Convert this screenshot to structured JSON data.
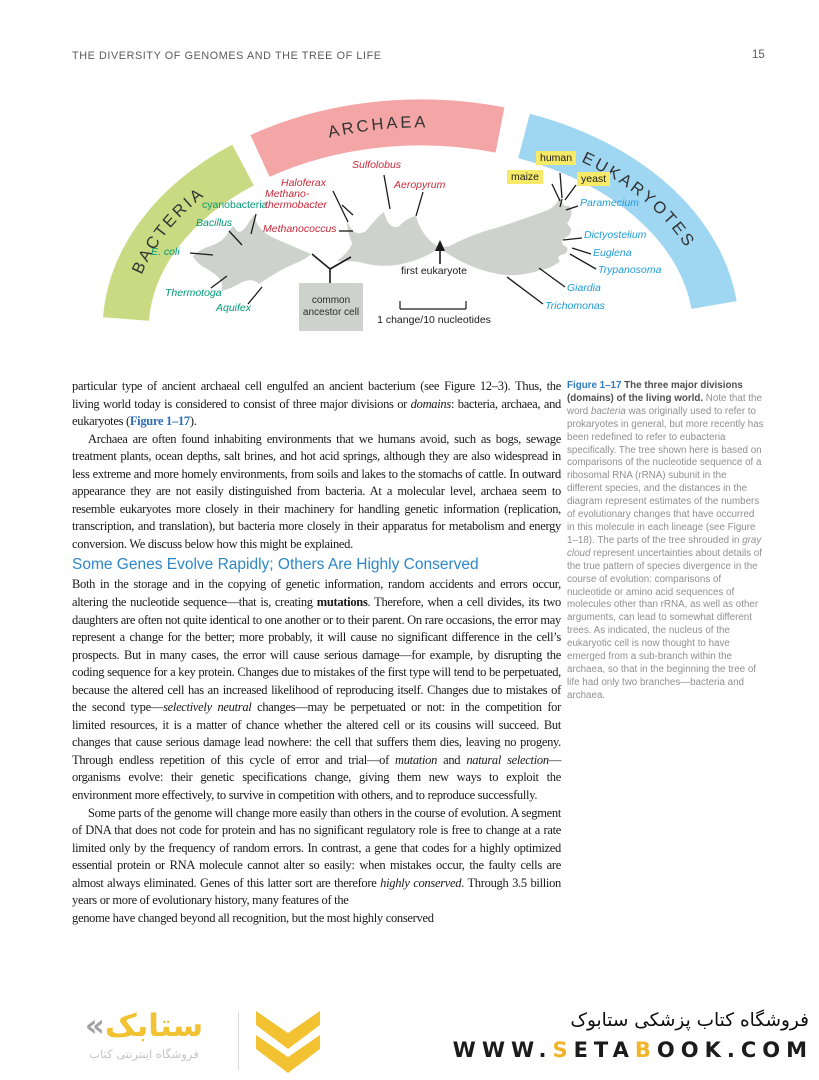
{
  "header": {
    "title": "THE DIVERSITY OF GENOMES AND THE TREE OF LIFE",
    "page_number": "15"
  },
  "colors": {
    "bacteria_arc": "#c9da83",
    "archaea_arc": "#f4a6a6",
    "eukaryote_arc": "#9fd6f2",
    "bacteria_label": "#009a76",
    "archaea_label": "#c8293b",
    "eukaryote_label": "#1f9cd8",
    "highlight": "#f7ea69",
    "tree_cloud": "#cdd3cc",
    "heading_blue": "#2d87c9",
    "figure_ref_blue": "#2c6eb5",
    "accent_yellow": "#f2c232"
  },
  "figure": {
    "domains": [
      {
        "label": "BACTERIA",
        "color": "#c9da83"
      },
      {
        "label": "ARCHAEA",
        "color": "#f4a6a6"
      },
      {
        "label": "EUKARYOTES",
        "color": "#9fd6f2"
      }
    ],
    "bacteria_species": [
      {
        "name": "cyanobacteria"
      },
      {
        "name": "Bacillus"
      },
      {
        "name": "E. coli"
      },
      {
        "name": "Thermotoga"
      },
      {
        "name": "Aquifex"
      }
    ],
    "archaea_species": [
      {
        "name": "Haloferax"
      },
      {
        "name": "Methano-thermobacter"
      },
      {
        "name": "Methanococcus"
      },
      {
        "name": "Sulfolobus"
      },
      {
        "name": "Aeropyrum"
      }
    ],
    "eukaryote_species": [
      {
        "name": "Paramecium"
      },
      {
        "name": "Dictyostelium"
      },
      {
        "name": "Euglena"
      },
      {
        "name": "Trypanosoma"
      },
      {
        "name": "Giardia"
      },
      {
        "name": "Trichomonas"
      }
    ],
    "highlighted_species": [
      "human",
      "maize",
      "yeast"
    ],
    "annotations": {
      "first_eukaryote": "first eukaryote",
      "common_ancestor": "common ancestor cell",
      "scale_bar": "1 change/10 nucleotides"
    }
  },
  "body": {
    "p1": [
      {
        "t": "particular type of ancient archaeal cell engulfed an ancient bacterium (see Figure 12–3). Thus, the living world today is considered to consist of three major divisions or "
      },
      {
        "t": "domains",
        "c": "i"
      },
      {
        "t": ": bacteria, archaea, and eukaryotes ("
      },
      {
        "t": "Figure 1–17",
        "c": "ref"
      },
      {
        "t": ")."
      }
    ],
    "p2": [
      {
        "t": "Archaea are often found inhabiting environments that we humans avoid, such as bogs, sewage treatment plants, ocean depths, salt brines, and hot acid springs, although they are also widespread in less extreme and more homely environments, from soils and lakes to the stomachs of cattle. In outward appearance they are not easily distinguished from bacteria. At a molecular level, archaea seem to resemble eukaryotes more closely in their machinery for handling genetic information (replication, transcription, and translation), but bacteria more closely in their apparatus for metabolism and energy conversion. We discuss below how this might be explained."
      }
    ],
    "heading": "Some Genes Evolve Rapidly; Others Are Highly Conserved",
    "p3": [
      {
        "t": "Both in the storage and in the copying of genetic information, random accidents and errors occur, altering the nucleotide sequence—that is, creating "
      },
      {
        "t": "mutations",
        "c": "b"
      },
      {
        "t": ". Therefore, when a cell divides, its two daughters are often not quite identical to one another or to their parent. On rare occasions, the error may represent a change for the better; more probably, it will cause no significant difference in the cell’s prospects. But in many cases, the error will cause serious damage—for example, by disrupting the coding sequence for a key protein. Changes due to mistakes of the first type will tend to be perpetuated, because the altered cell has an increased likelihood of reproducing itself. Changes due to mistakes of the second type—"
      },
      {
        "t": "selectively neutral",
        "c": "i"
      },
      {
        "t": " changes—may be perpetuated or not: in the competition for limited resources, it is a matter of chance whether the altered cell or its cousins will succeed. But changes that cause serious damage lead nowhere: the cell that suffers them dies, leaving no progeny. Through endless repetition of this cycle of error and trial—of "
      },
      {
        "t": "mutation",
        "c": "i"
      },
      {
        "t": " and "
      },
      {
        "t": "natural selection",
        "c": "i"
      },
      {
        "t": "—organisms evolve: their genetic specifications change, giving them new ways to exploit the environment more effectively, to survive in competition with others, and to reproduce successfully."
      }
    ],
    "p4": [
      {
        "t": "Some parts of the genome will change more easily than others in the course of evolution. A segment of DNA that does not code for protein and has no significant regulatory role is free to change at a rate limited only by the frequency of random errors. In contrast, a gene that codes for a highly optimized essential protein or RNA molecule cannot alter so easily: when mistakes occur, the faulty cells are almost always eliminated. Genes of this latter sort are therefore "
      },
      {
        "t": "highly conserved",
        "c": "i"
      },
      {
        "t": ". Through 3.5 billion years or more of evolutionary history, many features of the"
      }
    ],
    "p5_clipped": [
      {
        "t": "genome have changed beyond all recognition, but the most highly conserved"
      }
    ]
  },
  "caption": [
    {
      "t": "Figure 1–17",
      "c": "fig"
    },
    {
      "t": " The three major divisions (domains) of the living world. ",
      "c": "capb"
    },
    {
      "t": "Note that the word "
    },
    {
      "t": "bacteria",
      "c": "i"
    },
    {
      "t": " was originally used to refer to prokaryotes in general, but more recently has been redefined to refer to eubacteria specifically. The tree shown here is based on comparisons of the nucleotide sequence of a ribosomal RNA (rRNA) subunit in the different species, and the distances in the diagram represent estimates of the numbers of evolutionary changes that have occurred in this molecule in each lineage (see Figure 1–18). The parts of the tree shrouded in "
    },
    {
      "t": "gray cloud",
      "c": "i"
    },
    {
      "t": " represent uncertainties about details of the true pattern of species divergence in the course of evolution: comparisons of nucleotide or amino acid sequences of molecules other than rRNA, as well as other arguments, can lead to somewhat different trees. As indicated, the nucleus of the eukaryotic cell is now thought to have emerged from a sub-branch within the archaea, so that in the beginning the tree of life had only two branches—bacteria and archaea."
    }
  ],
  "footer": {
    "logo_wordmark": [
      {
        "t": "«",
        "c": "lgray"
      },
      {
        "t": "ستابک",
        "c": "lyellow"
      }
    ],
    "logo_tagline": "فروشگاه اینترنتی کتاب",
    "shop_title": "فروشگاه کتاب پزشکی ستابوک",
    "url": [
      {
        "t": "WWW."
      },
      {
        "t": "S",
        "c": "y"
      },
      {
        "t": "ETA"
      },
      {
        "t": "B",
        "c": "y"
      },
      {
        "t": "OOK.COM"
      }
    ]
  }
}
